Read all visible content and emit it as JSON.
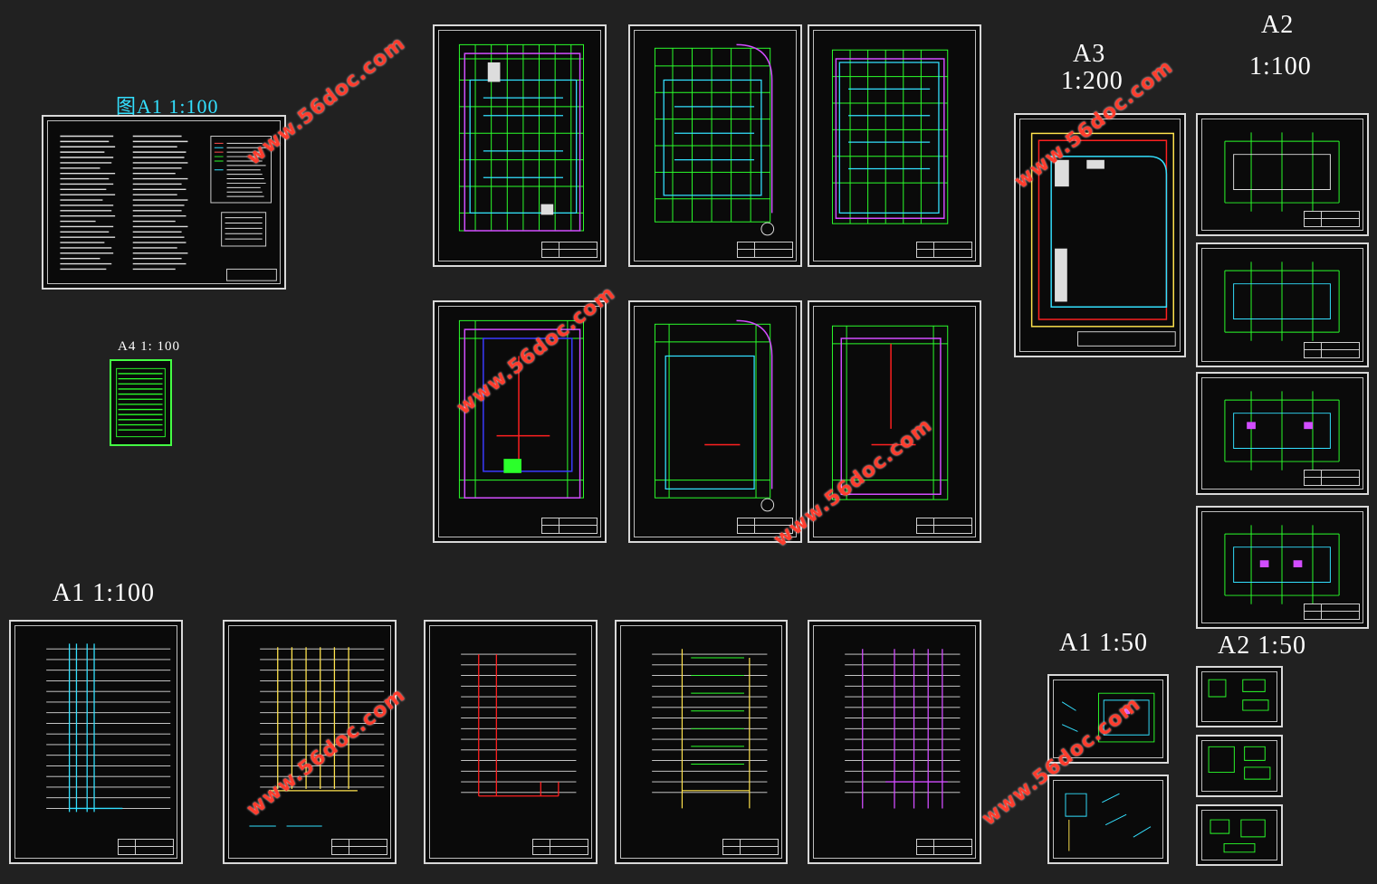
{
  "labels": {
    "a1_top": "图A1   1:100",
    "a4": "A4  1: 100",
    "a3": "A3",
    "a3_scale": "1:200",
    "a2": "A2",
    "a2_scale": "1:100",
    "a1_bottom": "A1   1:100",
    "a1_50": "A1   1:50",
    "a2_50": "A2  1:50"
  },
  "watermark": "www.56doc.com",
  "colors": {
    "background": "#212121",
    "grid_green": "#2bff2b",
    "wall_cyan": "#33e0ff",
    "boundary_magenta": "#d24dff",
    "pipe_red": "#ff2020",
    "pipe_yellow": "#ffe34d",
    "watermark_red": "#ff3d2e"
  }
}
